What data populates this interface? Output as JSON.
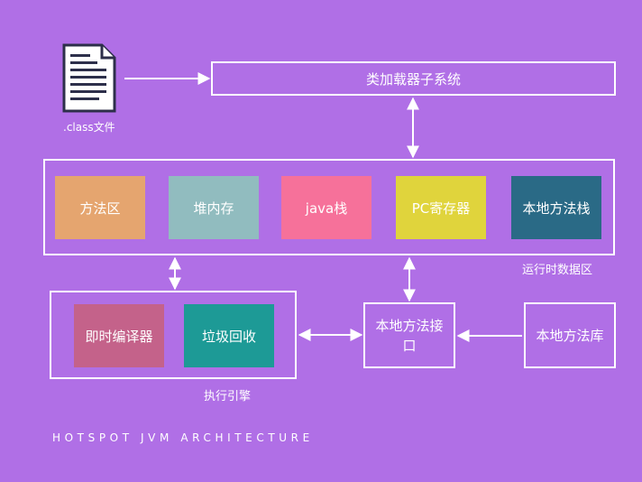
{
  "file": {
    "label": ".class文件",
    "icon": "document-icon"
  },
  "class_loader": {
    "label": "类加载器子系统"
  },
  "runtime_area": {
    "label": "运行时数据区",
    "blocks": [
      {
        "label": "方法区",
        "color": "#e5a56f"
      },
      {
        "label": "堆内存",
        "color": "#91bcbf"
      },
      {
        "label": "java栈",
        "color": "#f6719a"
      },
      {
        "label": "PC寄存器",
        "color": "#e0d43c"
      },
      {
        "label": "本地方法栈",
        "color": "#2a6a86"
      }
    ]
  },
  "exec_engine": {
    "label": "执行引擎",
    "blocks": [
      {
        "label": "即时编译器",
        "color": "#c4628a"
      },
      {
        "label": "垃圾回收",
        "color": "#1d9a96"
      }
    ]
  },
  "native_interface": {
    "label": "本地方法接口"
  },
  "native_library": {
    "label": "本地方法库"
  },
  "footer": "HOTSPOT JVM ARCHITECTURE",
  "colors": {
    "background": "#b06fe6",
    "line": "#ffffff"
  }
}
